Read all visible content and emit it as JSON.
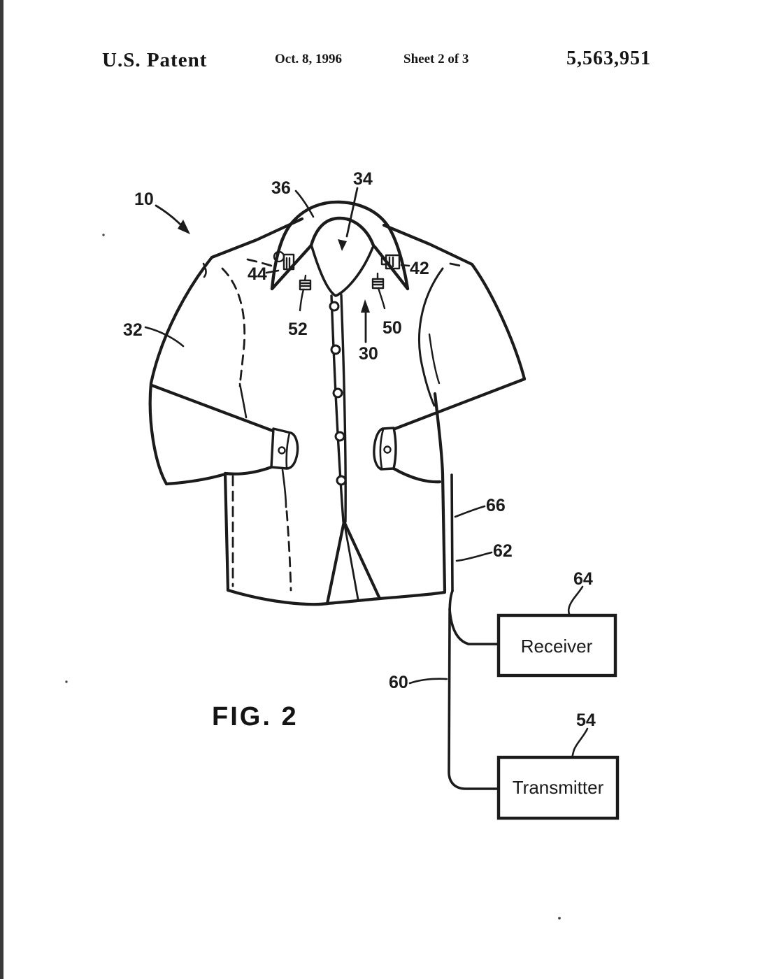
{
  "header": {
    "title": "U.S. Patent",
    "date": "Oct. 8, 1996",
    "sheet": "Sheet 2 of 3",
    "patent_number": "5,563,951"
  },
  "figure": {
    "caption": "FIG. 2",
    "labels": {
      "n10": "10",
      "n30": "30",
      "n32": "32",
      "n34": "34",
      "n36": "36",
      "n42": "42",
      "n44": "44",
      "n50": "50",
      "n52": "52",
      "n54": "54",
      "n60": "60",
      "n62": "62",
      "n64": "64",
      "n66": "66"
    },
    "boxes": {
      "receiver": "Receiver",
      "transmitter": "Transmitter"
    }
  },
  "colors": {
    "ink": "#1b1b1b",
    "paper": "#ffffff",
    "edge_bar": "#3a3a3c"
  }
}
